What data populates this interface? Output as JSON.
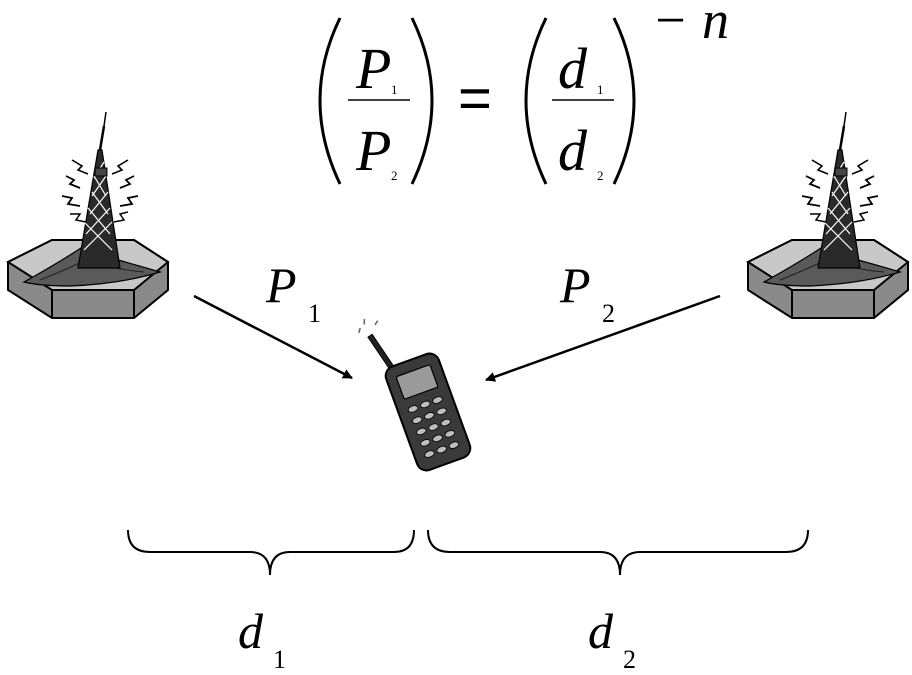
{
  "equation": {
    "lhs": {
      "numerator": {
        "symbol": "P",
        "sub": "1"
      },
      "denominator": {
        "symbol": "P",
        "sub": "2"
      }
    },
    "equals": "=",
    "rhs": {
      "numerator": {
        "symbol": "d",
        "sub": "1"
      },
      "denominator": {
        "symbol": "d",
        "sub": "2"
      }
    },
    "exponent": "− n"
  },
  "links": {
    "left": {
      "symbol": "P",
      "sub": "1"
    },
    "right": {
      "symbol": "P",
      "sub": "2"
    }
  },
  "distances": {
    "left": {
      "symbol": "d",
      "sub": "1"
    },
    "right": {
      "symbol": "d",
      "sub": "2"
    }
  },
  "icons": {
    "left_tower": "radio-tower-icon",
    "right_tower": "radio-tower-icon",
    "phone": "mobile-phone-icon"
  },
  "colors": {
    "ink": "#000000",
    "base_top": "#c8c8c8",
    "base_side": "#8a8a8a",
    "tower": "#222222"
  }
}
